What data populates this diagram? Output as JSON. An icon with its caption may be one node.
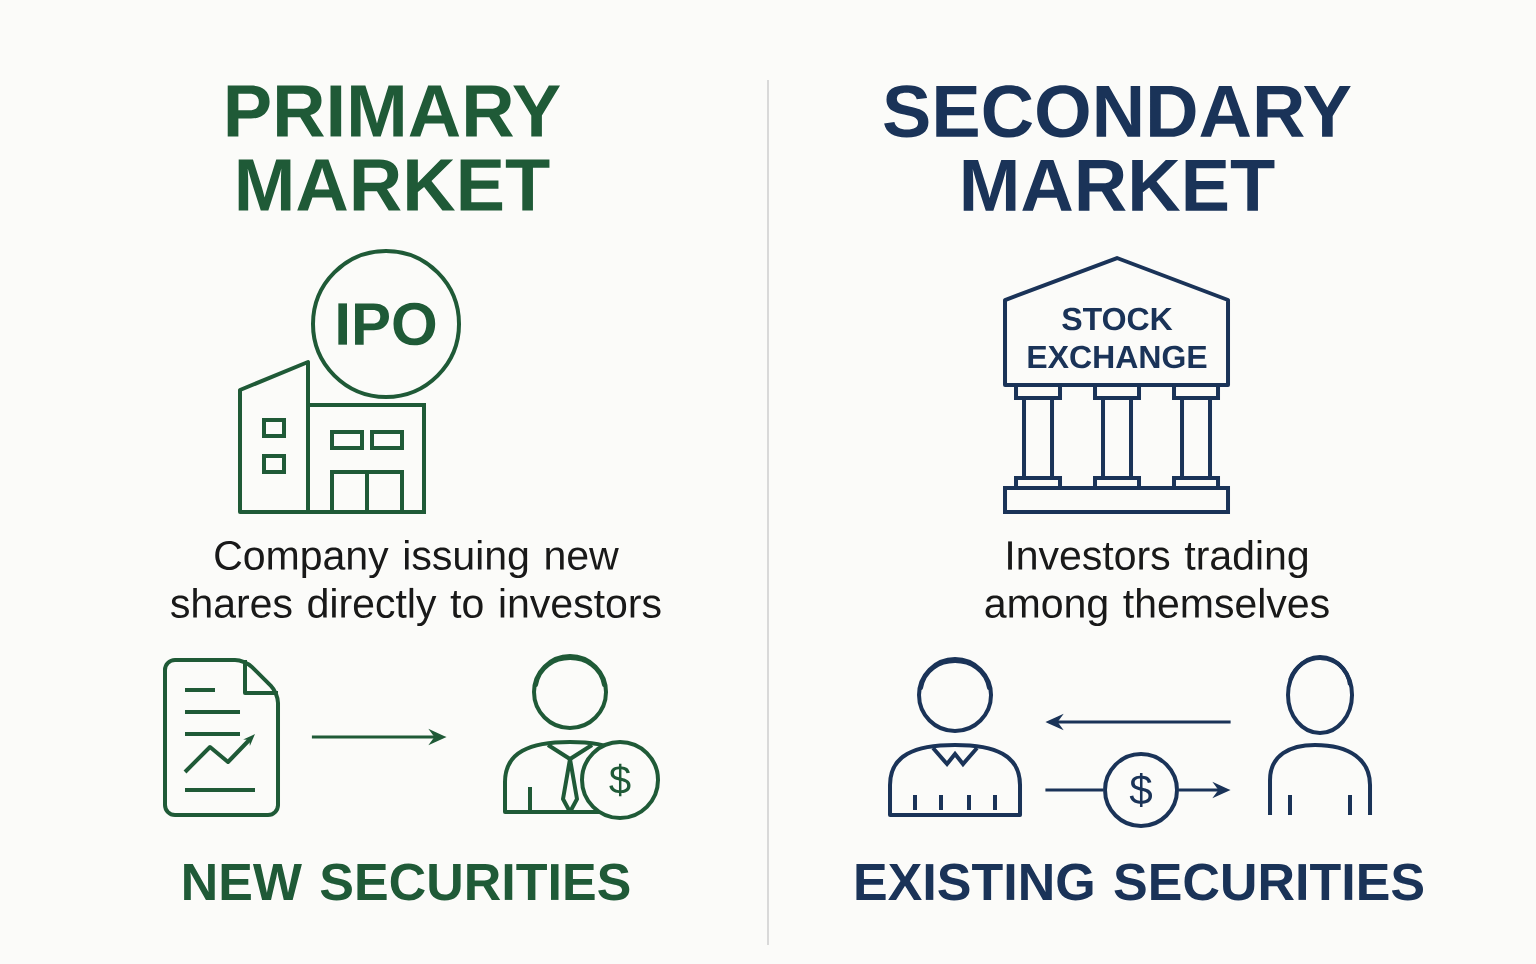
{
  "diagram": {
    "nodes": [
      {
        "text": [
          "IPO"
        ]
      },
      {
        "text": [],
        "shape": "picture"
      },
      {
        "text": [],
        "shape": "person"
      },
      {
        "text": [
          "STOCK EXCHANGE"
        ]
      },
      {
        "text": [],
        "shape": "person"
      },
      {
        "text": [
          "$"
        ]
      },
      {
        "text": [],
        "shape": "person"
      }
    ],
    "edges": [
      {
        "from": 1,
        "to": 2,
        "arrow": "to",
        "color": "#1f5a37"
      },
      {
        "from": 6,
        "to": 4,
        "arrow": "to"
      },
      {
        "from": 4,
        "to": 5,
        "arrow": "none"
      },
      {
        "from": 5,
        "to": 6,
        "arrow": "to"
      }
    ],
    "labels": [
      "PRIMARY MARKET",
      "SECONDARY MARKET",
      "Company issuing new shares directly to investors",
      "Investors trading among themselves",
      "NEW SECURITIES",
      "EXISTING SECURITIES",
      "$"
    ]
  }
}
